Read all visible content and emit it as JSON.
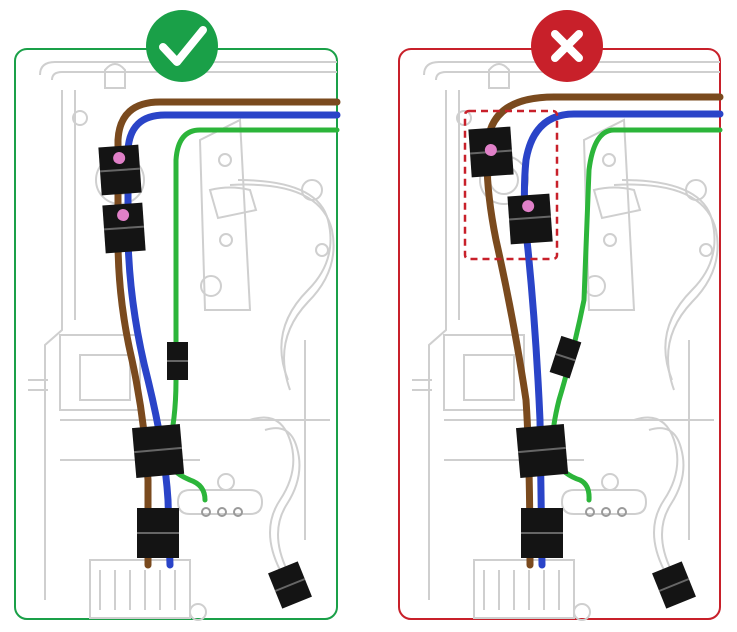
{
  "panels": [
    {
      "id": "correct",
      "status_icon": "check-icon",
      "frame_color": "#1aa048",
      "badge_color": "#1aa048"
    },
    {
      "id": "wrong",
      "status_icon": "cross-icon",
      "frame_color": "#c8202a",
      "badge_color": "#c8202a",
      "highlight": "dashed-box-around-ferrites"
    }
  ],
  "colors": {
    "wire_brown": "#7a4a1e",
    "wire_blue": "#2a44c8",
    "wire_green": "#2cb53a",
    "ferrite": "#141414",
    "marker_dot": "#e080c8",
    "housing_line": "#cfcfcf",
    "highlight_dash": "#c8202a"
  }
}
